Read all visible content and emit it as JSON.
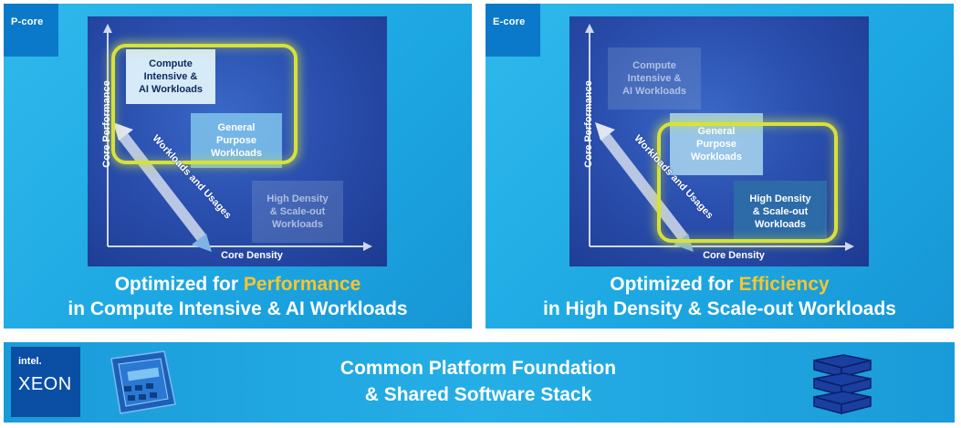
{
  "panels": [
    {
      "tag": "P-core",
      "boxes": {
        "compute": [
          "Compute",
          "Intensive &",
          "AI Workloads"
        ],
        "general": [
          "General",
          "Purpose",
          "Workloads"
        ],
        "density": [
          "High Density",
          "& Scale-out",
          "Workloads"
        ]
      },
      "y_axis": "Core Performance",
      "x_axis": "Core Density",
      "arrow_label": "Workloads and Usages",
      "caption_prefix": "Optimized for ",
      "caption_highlight": "Performance",
      "caption_line2": "in Compute Intensive & AI Workloads"
    },
    {
      "tag": "E-core",
      "boxes": {
        "compute": [
          "Compute",
          "Intensive &",
          "AI Workloads"
        ],
        "general": [
          "General",
          "Purpose",
          "Workloads"
        ],
        "density": [
          "High Density",
          "& Scale-out",
          "Workloads"
        ]
      },
      "y_axis": "Core Performance",
      "x_axis": "Core Density",
      "arrow_label": "Workloads and Usages",
      "caption_prefix": "Optimized for ",
      "caption_highlight": "Efficiency",
      "caption_line2": "in High Density & Scale-out Workloads"
    }
  ],
  "footer": {
    "logo_brand": "intel.",
    "logo_product": "XEON",
    "line1": "Common Platform Foundation",
    "line2": "& Shared Software Stack"
  },
  "colors": {
    "highlight": "#f7c52c",
    "glow": "#d6e23a",
    "panel_bg": "#1da8e3",
    "chart_bg": "#2a4fae"
  }
}
